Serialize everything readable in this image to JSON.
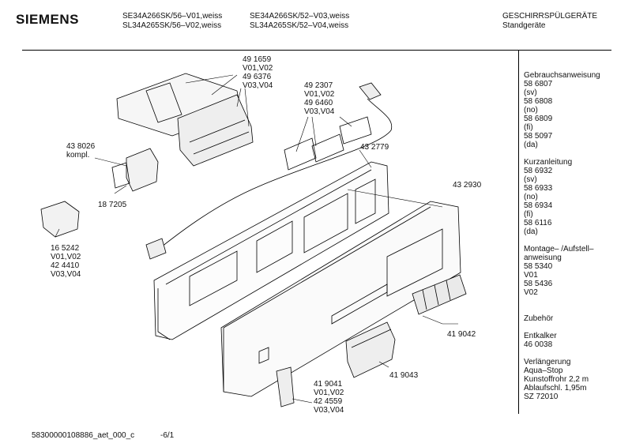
{
  "brand": "SIEMENS",
  "header": {
    "models_left": [
      "SE34A266SK/56–V01,weiss",
      "SL34A265SK/56–V02,weiss"
    ],
    "models_right": [
      "SE34A266SK/52–V03,weiss",
      "SL34A265SK/52–V04,weiss"
    ],
    "category": [
      "GESCHIRRSPÜLGERÄTE",
      "Standgeräte"
    ]
  },
  "part_labels": {
    "p491659": [
      "49 1659",
      "V01,V02",
      "49 6376",
      "V03,V04"
    ],
    "p492307": [
      "49 2307",
      "V01,V02",
      "49 6460",
      "V03,V04"
    ],
    "p438026": [
      "43 8026",
      "kompl."
    ],
    "p187205": [
      "18 7205"
    ],
    "p165242": [
      "16 5242",
      "V01,V02",
      "42 4410",
      "V03,V04"
    ],
    "p432779": [
      "43 2779"
    ],
    "p432930": [
      "43 2930"
    ],
    "p419042": [
      "41 9042"
    ],
    "p419043": [
      "41 9043"
    ],
    "p419041": [
      "41 9041",
      "V01,V02",
      "42 4559",
      "V03,V04"
    ]
  },
  "sidebar": {
    "groups": [
      [
        "Gebrauchsanweisung",
        "58 6807",
        "(sv)",
        "58 6808",
        "(no)",
        "58 6809",
        "(fi)",
        "58 5097",
        "(da)"
      ],
      [
        "Kurzanleitung",
        "58 6932",
        "(sv)",
        "58 6933",
        "(no)",
        "58 6934",
        "(fi)",
        "58 6116",
        "(da)"
      ],
      [
        "Montage– /Aufstell–",
        "anweisung",
        "58 5340",
        "V01",
        "58 5436",
        "V02"
      ],
      [
        "Zubehör"
      ],
      [
        "Entkalker",
        "46 0038"
      ],
      [
        "Verlängerung",
        "Aqua–Stop",
        "Kunstoffrohr 2,2 m",
        "Ablaufschl. 1,95m",
        "SZ 72010"
      ]
    ]
  },
  "footer": {
    "doc_id": "58300000108886_aet_000_c",
    "page": "-6/1"
  }
}
